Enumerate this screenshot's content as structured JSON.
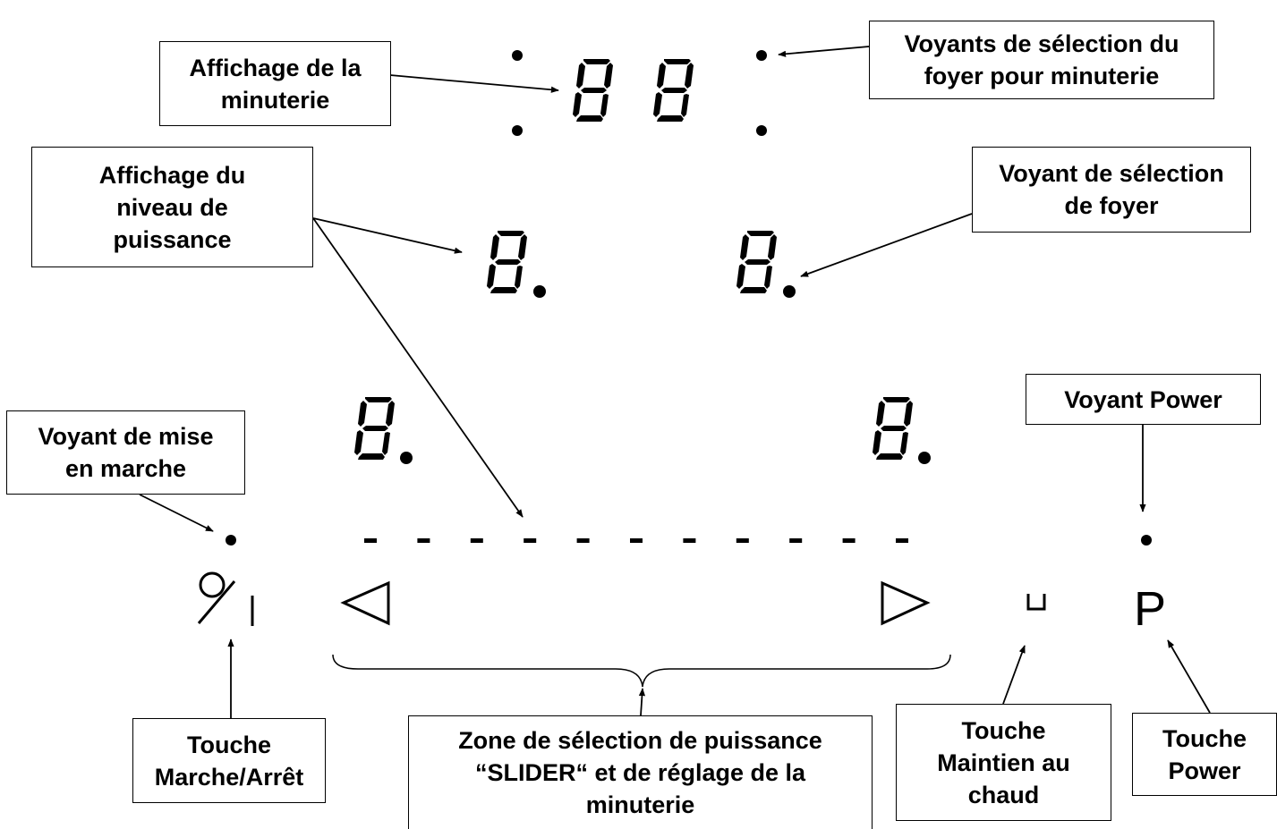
{
  "labels": {
    "timer_display": [
      "Affichage de la",
      "minuterie"
    ],
    "timer_zone_leds": [
      "Voyants de sélection du",
      "foyer pour minuterie"
    ],
    "power_level_display": [
      "Affichage du",
      "niveau de",
      "puissance"
    ],
    "zone_select_led": [
      "Voyant de sélection",
      "de foyer"
    ],
    "on_led": [
      "Voyant de mise",
      "en marche"
    ],
    "power_led": [
      "Voyant Power"
    ],
    "onoff_key": [
      "Touche",
      "Marche/Arrêt"
    ],
    "slider_zone": [
      "Zone de sélection de puissance",
      "“SLIDER“ et de réglage de la",
      "minuterie"
    ],
    "keep_warm_key": [
      "Touche",
      "Maintien au",
      "chaud"
    ],
    "power_key": [
      "Touche",
      "Power"
    ]
  },
  "panel": {
    "timer_digits": "88",
    "zone_digits": [
      "8.",
      "8.",
      "8.",
      "8."
    ],
    "slider_segment_count": 11,
    "onoff_symbol": "on-off-icon",
    "slider_left_symbol": "triangle-left-icon",
    "slider_right_symbol": "triangle-right-icon",
    "keep_warm_symbol": "keep-warm-icon",
    "power_symbol": "P"
  },
  "colors": {
    "ink": "#000000",
    "background": "#ffffff"
  }
}
